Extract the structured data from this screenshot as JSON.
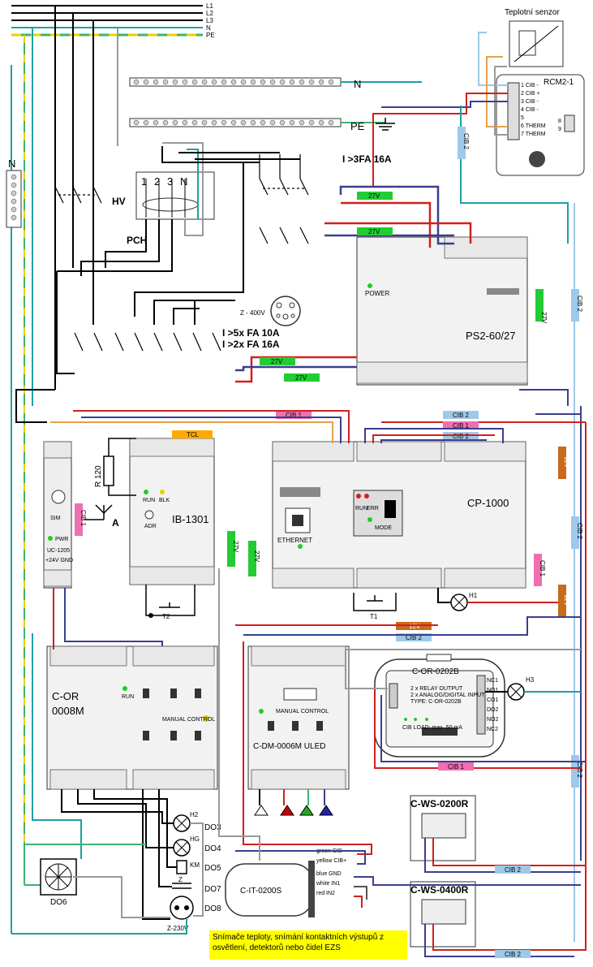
{
  "mains": {
    "lines": [
      "L1",
      "L2",
      "L3",
      "N",
      "PE"
    ],
    "n_bus": "N",
    "pe_bus": "PE",
    "left_bus": "N",
    "hv": "HV",
    "pch": "PCH",
    "pch_terms": [
      "1",
      "2",
      "3",
      "N"
    ],
    "breaker_main": "I >3FA 16A",
    "breaker_1": "I >5x FA 10A",
    "breaker_2": "I >2x FA 16A",
    "socket_400": "Z - 400V"
  },
  "sensor": {
    "title": "Teplotní senzor",
    "module": "RCM2-1",
    "pins": [
      "1 CIB -",
      "2 CIB +",
      "3 CIB -",
      "4 CIB -",
      "5",
      "6 THERM",
      "7 THERM"
    ],
    "side": [
      "8",
      "9"
    ]
  },
  "modules": {
    "ps": "PS2-60/27",
    "ps_power": "POWER",
    "cp": "CP-1000",
    "cp_ethernet": "ETHERNET",
    "cp_mode": "MODE",
    "cp_led": [
      "RUN",
      "ERR"
    ],
    "ib": "IB-1301",
    "ib_leds": [
      "RUN",
      "BLK",
      "ADR"
    ],
    "tcl": "TCL",
    "gsm": [
      "SIM",
      "UC-1205",
      "PWR",
      "+24V GND"
    ],
    "cor8_line1": "C-OR",
    "cor8_line2": "0008M",
    "cor8_run": "RUN",
    "cor8_manual": "MANUAL CONTROL",
    "cdm": "C-DM-0006M ULED",
    "cdm_manual": "MANUAL CONTROL",
    "cor2": "C-OR-0202B",
    "cor2_info": [
      "2 x RELAY OUTPUT",
      "2 x ANALOG/DIGITAL INPUT",
      "TYPE: C-OR-0202B",
      "CIB LOAD: max. 50 mA"
    ],
    "cor2_pins": [
      "NC1",
      "NO1",
      "CO1",
      "DO2",
      "NO2",
      "NC2"
    ],
    "cws1": "C-WS-0200R",
    "cws2": "C-WS-0400R",
    "cit": "C-IT-0200S",
    "r120": "R 120",
    "antenna": "A"
  },
  "labels": {
    "v27": "27V",
    "v12": "12V",
    "cib1": "CIB 1",
    "cib2": "CIB 2",
    "t1": "T1",
    "t2": "T2",
    "h1": "H1",
    "h2": "H2",
    "h3": "H3",
    "hg": "HG",
    "km": "KM",
    "z": "Z",
    "do3": "DO3",
    "do4": "DO4",
    "do5": "DO5",
    "do6": "DO6",
    "do7": "DO7",
    "do8": "DO8",
    "z230": "Z-230V"
  },
  "cit_wires": [
    "green CIB-",
    "yellow CIB+",
    "blue GND",
    "white IN1",
    "red IN2"
  ],
  "note": "Snímače teploty, snímání kontaktních výstupů z osvětlení, detektorů nebo čidel EZS",
  "colors": {
    "cyan": "#1ba1a6",
    "black": "#000000",
    "grey": "#9a9a9a",
    "green": "#3cb371",
    "yellow": "#e6d300",
    "red": "#d11f1f",
    "navy": "#3a3f8f",
    "orange": "#e8a04a",
    "tag_green": "#22cc33",
    "tag_cib2": "#9ec9e8",
    "tag_cib1": "#f06fb0",
    "tag_12v": "#c86b1a"
  }
}
